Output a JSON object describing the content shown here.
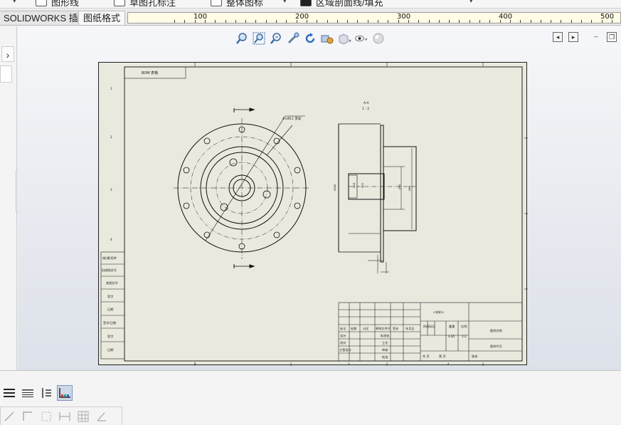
{
  "top_commands": [
    {
      "label": "图形线",
      "icon": "polyline-icon"
    },
    {
      "label": "草图孔标注",
      "icon": "hole-callout-icon"
    },
    {
      "label": "整体图标",
      "icon": "block-icon"
    },
    {
      "label": "区域剖面线/填充",
      "icon": "hatch-icon"
    }
  ],
  "tabs": [
    {
      "label": "SOLIDWORKS 插件",
      "active": false
    },
    {
      "label": "图纸格式",
      "active": true
    }
  ],
  "ruler": {
    "labels": [
      "100",
      "200",
      "300",
      "400",
      "500"
    ]
  },
  "headsup_icons": [
    "zoom-to-fit-icon",
    "zoom-to-area-icon",
    "zoom-in-out-icon",
    "pan-icon",
    "rotate-view-icon",
    "view-orientation-icon",
    "display-style-icon",
    "hide-show-icon",
    "appearance-icon"
  ],
  "drawing": {
    "title_box_label": "BOM 表格",
    "section_label": "A-A",
    "scale_label": "1 : 2",
    "hole_note": "4×Ø11 贯穿",
    "material_label": "<材料>",
    "drawing_name": "图样名称",
    "drawing_number": "图样代号",
    "left_strip_labels": [
      "借(通)用件",
      "旧底图总号",
      "底图总号",
      "签字",
      "日期",
      "签字/日期",
      "签字",
      "日期"
    ],
    "tb_left_labels": [
      "标记",
      "设计",
      "校对",
      "主管设计"
    ],
    "tb_mid_labels": [
      "处数",
      "分区",
      "更改文件号",
      "签名",
      "年月日"
    ],
    "tb_right_labels": [
      "阶段标记",
      "重量",
      "比例"
    ],
    "tb_bottom_labels": [
      "共 页",
      "第 页",
      "版本"
    ],
    "tb_side_labels": [
      "标准化",
      "工艺",
      "审核",
      "批准"
    ]
  },
  "bottom_icons": [
    "list-icon",
    "dotted-list-icon",
    "sort-icon",
    "chart-icon"
  ],
  "bottom_icons2": [
    "line-icon",
    "corner-icon",
    "dotted-frame-icon",
    "dimension-icon",
    "grid-icon",
    "angle-icon"
  ]
}
